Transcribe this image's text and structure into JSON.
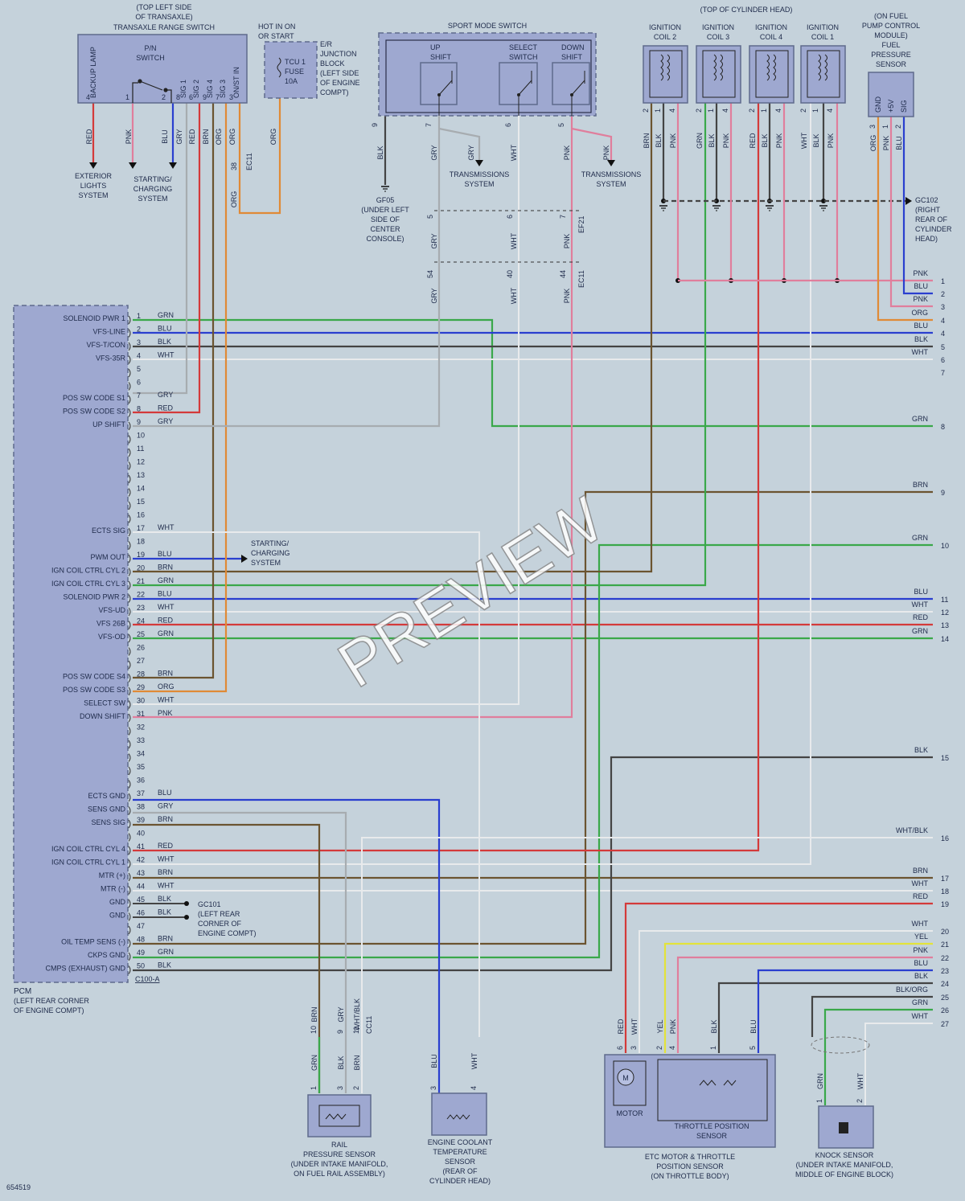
{
  "diagram_id": "654519",
  "watermark": "PREVIEW",
  "colors": {
    "RED": "#d43a3a",
    "PNK": "#e07e9c",
    "BLU": "#2a3fcf",
    "GRY": "#a7acb0",
    "BRN": "#6b5430",
    "ORG": "#e08a36",
    "GRN": "#3aa84a",
    "BLK": "#444444",
    "WHT": "#e8eaec",
    "YEL": "#e3e33a"
  },
  "pcm": {
    "title": "PCM",
    "location1": "(LEFT REAR CORNER",
    "location2": "OF ENGINE COMPT)",
    "connector": "C100-A",
    "pins": [
      {
        "n": "1",
        "label": "SOLENOID PWR 1",
        "color": "GRN"
      },
      {
        "n": "2",
        "label": "VFS-LINE",
        "color": "BLU"
      },
      {
        "n": "3",
        "label": "VFS-T/CON",
        "color": "BLK"
      },
      {
        "n": "4",
        "label": "VFS-35R",
        "color": "WHT"
      },
      {
        "n": "5",
        "label": "",
        "color": ""
      },
      {
        "n": "6",
        "label": "",
        "color": ""
      },
      {
        "n": "7",
        "label": "POS SW CODE S1",
        "color": "GRY"
      },
      {
        "n": "8",
        "label": "POS SW CODE S2",
        "color": "RED"
      },
      {
        "n": "9",
        "label": "UP SHIFT",
        "color": "GRY"
      },
      {
        "n": "10",
        "label": "",
        "color": ""
      },
      {
        "n": "11",
        "label": "",
        "color": ""
      },
      {
        "n": "12",
        "label": "",
        "color": ""
      },
      {
        "n": "13",
        "label": "",
        "color": ""
      },
      {
        "n": "14",
        "label": "",
        "color": ""
      },
      {
        "n": "15",
        "label": "",
        "color": ""
      },
      {
        "n": "16",
        "label": "",
        "color": ""
      },
      {
        "n": "17",
        "label": "ECTS SIG",
        "color": "WHT"
      },
      {
        "n": "18",
        "label": "",
        "color": ""
      },
      {
        "n": "19",
        "label": "PWM OUT",
        "color": "BLU"
      },
      {
        "n": "20",
        "label": "IGN COIL CTRL CYL 2",
        "color": "BRN"
      },
      {
        "n": "21",
        "label": "IGN COIL CTRL CYL 3",
        "color": "GRN"
      },
      {
        "n": "22",
        "label": "SOLENOID PWR 2",
        "color": "BLU"
      },
      {
        "n": "23",
        "label": "VFS-UD",
        "color": "WHT"
      },
      {
        "n": "24",
        "label": "VFS 26B",
        "color": "RED"
      },
      {
        "n": "25",
        "label": "VFS-OD",
        "color": "GRN"
      },
      {
        "n": "26",
        "label": "",
        "color": ""
      },
      {
        "n": "27",
        "label": "",
        "color": ""
      },
      {
        "n": "28",
        "label": "POS SW CODE S4",
        "color": "BRN"
      },
      {
        "n": "29",
        "label": "POS SW CODE S3",
        "color": "ORG"
      },
      {
        "n": "30",
        "label": "SELECT SW",
        "color": "WHT"
      },
      {
        "n": "31",
        "label": "DOWN SHIFT",
        "color": "PNK"
      },
      {
        "n": "32",
        "label": "",
        "color": ""
      },
      {
        "n": "33",
        "label": "",
        "color": ""
      },
      {
        "n": "34",
        "label": "",
        "color": ""
      },
      {
        "n": "35",
        "label": "",
        "color": ""
      },
      {
        "n": "36",
        "label": "",
        "color": ""
      },
      {
        "n": "37",
        "label": "ECTS GND",
        "color": "BLU"
      },
      {
        "n": "38",
        "label": "SENS GND",
        "color": "GRY"
      },
      {
        "n": "39",
        "label": "SENS SIG",
        "color": "BRN"
      },
      {
        "n": "40",
        "label": "",
        "color": ""
      },
      {
        "n": "41",
        "label": "IGN COIL CTRL CYL 4",
        "color": "RED"
      },
      {
        "n": "42",
        "label": "IGN COIL CTRL CYL 1",
        "color": "WHT"
      },
      {
        "n": "43",
        "label": "MTR (+)",
        "color": "BRN"
      },
      {
        "n": "44",
        "label": "MTR (-)",
        "color": "WHT"
      },
      {
        "n": "45",
        "label": "GND",
        "color": "BLK"
      },
      {
        "n": "46",
        "label": "GND",
        "color": "BLK"
      },
      {
        "n": "47",
        "label": "",
        "color": ""
      },
      {
        "n": "48",
        "label": "OIL TEMP SENS (-)",
        "color": "BRN"
      },
      {
        "n": "49",
        "label": "CKPS GND",
        "color": "GRN"
      },
      {
        "n": "50",
        "label": "CMPS (EXHAUST) GND",
        "color": "BLK"
      }
    ]
  },
  "right_edge": [
    {
      "n": "1",
      "color": "PNK"
    },
    {
      "n": "2",
      "color": "BLU"
    },
    {
      "n": "3",
      "color": "PNK"
    },
    {
      "n": "4",
      "color": "ORG"
    },
    {
      "n": "4",
      "color": "BLU"
    },
    {
      "n": "5",
      "color": "BLK"
    },
    {
      "n": "6",
      "color": "WHT"
    },
    {
      "n": "7",
      "color": ""
    },
    {
      "n": "8",
      "color": "GRN"
    },
    {
      "n": "9",
      "color": "BRN"
    },
    {
      "n": "10",
      "color": "GRN"
    },
    {
      "n": "11",
      "color": "BLU"
    },
    {
      "n": "12",
      "color": "WHT"
    },
    {
      "n": "13",
      "color": "RED"
    },
    {
      "n": "14",
      "color": "GRN"
    },
    {
      "n": "15",
      "color": "BLK"
    },
    {
      "n": "16",
      "color": "WHT/BLK"
    },
    {
      "n": "17",
      "color": "BRN"
    },
    {
      "n": "18",
      "color": "WHT"
    },
    {
      "n": "19",
      "color": "RED"
    },
    {
      "n": "20",
      "color": "WHT"
    },
    {
      "n": "21",
      "color": "YEL"
    },
    {
      "n": "22",
      "color": "PNK"
    },
    {
      "n": "23",
      "color": "BLU"
    },
    {
      "n": "24",
      "color": "BLK"
    },
    {
      "n": "25",
      "color": "BLK/ORG"
    },
    {
      "n": "26",
      "color": "GRN"
    },
    {
      "n": "27",
      "color": "WHT"
    }
  ],
  "transaxle": {
    "title1": "(TOP LEFT SIDE",
    "title2": "OF TRANSAXLE)",
    "title3": "TRANSAXLE RANGE SWITCH",
    "pn1": "P/N",
    "pn2": "SWITCH",
    "pins": [
      {
        "n": "4",
        "label": "BACKUP LAMP",
        "color": "RED"
      },
      {
        "n": "1",
        "label": "",
        "color": "PNK"
      },
      {
        "n": "2",
        "label": "",
        "color": "BLU"
      },
      {
        "n": "8",
        "label": "SIG 1",
        "color": "GRY"
      },
      {
        "n": "6",
        "label": "SIG 2",
        "color": "RED"
      },
      {
        "n": "9",
        "label": "SIG 4",
        "color": "BRN"
      },
      {
        "n": "7",
        "label": "SIG 3",
        "color": "ORG"
      },
      {
        "n": "3",
        "label": "ON/ST IN",
        "color": "ORG"
      }
    ]
  },
  "exterior": [
    "EXTERIOR",
    "LIGHTS",
    "SYSTEM"
  ],
  "starting1": [
    "STARTING/",
    "CHARGING",
    "SYSTEM"
  ],
  "starting2": [
    "STARTING/",
    "CHARGING",
    "SYSTEM"
  ],
  "fuse": {
    "hot1": "HOT IN ON",
    "hot2": "OR START",
    "name1": "TCU 1",
    "name2": "FUSE",
    "rating": "10A",
    "block": [
      "E/R",
      "JUNCTION",
      "BLOCK",
      "(LEFT SIDE",
      "OF ENGINE",
      "COMPT)"
    ],
    "pin": "38",
    "conn": "EC11",
    "color": "ORG"
  },
  "sport": {
    "title": "SPORT MODE SWITCH",
    "up1": "UP",
    "up2": "SHIFT",
    "sel1": "SELECT",
    "sel2": "SWITCH",
    "down1": "DOWN",
    "down2": "SHIFT",
    "pins": [
      {
        "n": "9",
        "color": "BLK"
      },
      {
        "n": "7",
        "color": "GRY"
      },
      {
        "n": "6",
        "color": "WHT"
      },
      {
        "n": "5",
        "color": "PNK"
      }
    ]
  },
  "trans_sys_1": [
    "TRANSMISSIONS",
    "SYSTEM"
  ],
  "trans_sys_2": [
    "TRANSMISSIONS",
    "SYSTEM"
  ],
  "gf05": [
    "GF05",
    "(UNDER LEFT",
    "SIDE OF",
    "CENTER",
    "CONSOLE)"
  ],
  "ef21": {
    "conn": "EF21",
    "pins": [
      "5",
      "6",
      "7"
    ],
    "colors": [
      "GRY",
      "WHT",
      "PNK"
    ]
  },
  "ec11b": {
    "conn": "EC11",
    "pins": [
      "54",
      "40",
      "44"
    ],
    "colors": [
      "GRY",
      "WHT",
      "PNK"
    ]
  },
  "cyl_head": "(TOP OF CYLINDER HEAD)",
  "coils": [
    {
      "t1": "IGNITION",
      "t2": "COIL 2",
      "pins": [
        "2",
        "1",
        "4"
      ],
      "colors": [
        "BRN",
        "BLK",
        "PNK"
      ]
    },
    {
      "t1": "IGNITION",
      "t2": "COIL 3",
      "pins": [
        "2",
        "1",
        "4"
      ],
      "colors": [
        "GRN",
        "BLK",
        "PNK"
      ]
    },
    {
      "t1": "IGNITION",
      "t2": "COIL 4",
      "pins": [
        "2",
        "1",
        "4"
      ],
      "colors": [
        "RED",
        "BLK",
        "PNK"
      ]
    },
    {
      "t1": "IGNITION",
      "t2": "COIL 1",
      "pins": [
        "2",
        "1",
        "4"
      ],
      "colors": [
        "WHT",
        "BLK",
        "PNK"
      ]
    }
  ],
  "fuel": {
    "t": [
      "(ON FUEL",
      "PUMP CONTROL",
      "MODULE)",
      "FUEL",
      "PRESSURE",
      "SENSOR"
    ],
    "pins": [
      {
        "n": "3",
        "label": "GND",
        "color": "ORG"
      },
      {
        "n": "1",
        "label": "+5V",
        "color": "PNK"
      },
      {
        "n": "2",
        "label": "SIG",
        "color": "BLU"
      }
    ]
  },
  "gc102": [
    "GC102",
    "(RIGHT",
    "REAR OF",
    "CYLINDER",
    "HEAD)"
  ],
  "gc101": [
    "GC101",
    "(LEFT REAR",
    "CORNER OF",
    "ENGINE COMPT)"
  ],
  "rail": {
    "t": [
      "RAIL",
      "PRESSURE SENSOR",
      "(UNDER INTAKE MANIFOLD,",
      "ON FUEL RAIL ASSEMBLY)"
    ],
    "conn": "CC11",
    "top_pins": [
      {
        "n": "10",
        "color": "BRN"
      },
      {
        "n": "9",
        "color": "GRY"
      },
      {
        "n": "11",
        "color": "WHT/BLK"
      }
    ],
    "pins": [
      {
        "n": "1",
        "color": "GRN"
      },
      {
        "n": "3",
        "color": "BLK"
      },
      {
        "n": "2",
        "color": "BRN"
      }
    ]
  },
  "ects": {
    "t": [
      "ENGINE COOLANT",
      "TEMPERATURE",
      "SENSOR",
      "(REAR OF",
      "CYLINDER HEAD)"
    ],
    "pins": [
      {
        "n": "3",
        "color": "BLU"
      },
      {
        "n": "4",
        "color": "WHT"
      }
    ]
  },
  "etc": {
    "t": [
      "ETC MOTOR & THROTTLE",
      "POSITION SENSOR",
      "(ON THROTTLE BODY)"
    ],
    "motor": "MOTOR",
    "m": "M",
    "tps": [
      "THROTTLE POSITION",
      "SENSOR"
    ],
    "pins": [
      {
        "n": "6",
        "color": "RED"
      },
      {
        "n": "3",
        "color": "WHT"
      },
      {
        "n": "2",
        "color": "YEL"
      },
      {
        "n": "4",
        "color": "PNK"
      },
      {
        "n": "1",
        "color": "BLK"
      },
      {
        "n": "5",
        "color": "BLU"
      }
    ]
  },
  "knock": {
    "t": [
      "KNOCK SENSOR",
      "(UNDER INTAKE MANIFOLD,",
      "MIDDLE OF ENGINE BLOCK)"
    ],
    "pins": [
      {
        "n": "1",
        "color": "GRN"
      },
      {
        "n": "2",
        "color": "WHT"
      }
    ]
  }
}
